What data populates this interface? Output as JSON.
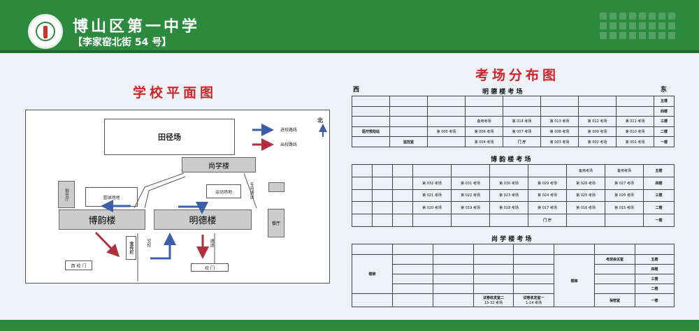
{
  "header": {
    "school_name": "博山区第一中学",
    "address": "【李家窑北街 54 号】"
  },
  "map": {
    "title": "学校平面图",
    "track_field": "田径场",
    "entry_route_label": "进校路线",
    "exit_route_label": "出校路线",
    "north": "北",
    "shangxue": "尚学楼",
    "basketball": "篮球场地",
    "sports": "运动场地",
    "special_lane": "专用通道",
    "report_hall": "报告厅",
    "boyun": "博韵楼",
    "mingde": "明德楼",
    "canteen": "餐厅",
    "bulletin": "宣传栏",
    "security": "安检",
    "passage": "通道",
    "west_gate": "西 校 门",
    "main_gate": "校  门"
  },
  "distribution": {
    "title": "考场分布图",
    "west": "西",
    "east": "东",
    "mingde": {
      "title": "明 德 楼 考 场",
      "rows": [
        [
          "",
          "",
          "",
          "",
          "",
          "",
          "",
          "",
          "五楼"
        ],
        [
          "",
          "",
          "",
          "",
          "",
          "",
          "",
          "",
          "四楼"
        ],
        [
          "",
          "",
          "",
          "备用考场",
          "第 014 考场",
          "第 013 考场",
          "第 012 考场",
          "第 011 考场",
          "三楼"
        ],
        [
          "医疗救助站",
          "",
          "第 005 考场",
          "第 006 考场",
          "第 007 考场",
          "第 008 考场",
          "第 009 考场",
          "第 010 考场",
          "二楼"
        ],
        [
          "",
          "监控室",
          "",
          "第 004 考场",
          "门 厅",
          "第 003 考场",
          "第 002 考场",
          "第 001 考场",
          "一楼"
        ]
      ]
    },
    "boyun": {
      "title": "博 韵 楼 考 场",
      "rows": [
        [
          "",
          "",
          "",
          "",
          "",
          "",
          "备用考场",
          "备用考场",
          "五楼"
        ],
        [
          "",
          "",
          "",
          "第 032 考场",
          "第 031 考场",
          "第 030 考场",
          "第 029 考场",
          "第 028 考场",
          "第 027 考场",
          "四楼"
        ],
        [
          "",
          "",
          "",
          "第 021 考场",
          "第 022 考场",
          "第 023 考场",
          "第 024 考场",
          "第 025 考场",
          "第 026 考场",
          "三楼"
        ],
        [
          "",
          "",
          "",
          "第 020 考场",
          "第 019 考场",
          "第 018 考场",
          "第 017 考场",
          "第 016 考场",
          "第 015 考场",
          "二楼"
        ],
        [
          "",
          "门 厅",
          "一楼"
        ]
      ]
    },
    "shangxue": {
      "title": "尚 学 楼 考 场",
      "stairs": "楼梯",
      "stairs2": "楼梯",
      "meeting": "考前会议室",
      "archive": "保密室",
      "recv2": "试卷收发室二",
      "recv2_note": "15-32 考场",
      "recv1": "试卷收发室一",
      "recv1_note": "1-14 考场",
      "floors": [
        "五楼",
        "四楼",
        "三楼",
        "二楼",
        "一楼"
      ]
    }
  },
  "colors": {
    "header": "#2b8a3e",
    "title": "#d0232a",
    "entry": "#3a5fa8",
    "exit": "#b03040"
  }
}
